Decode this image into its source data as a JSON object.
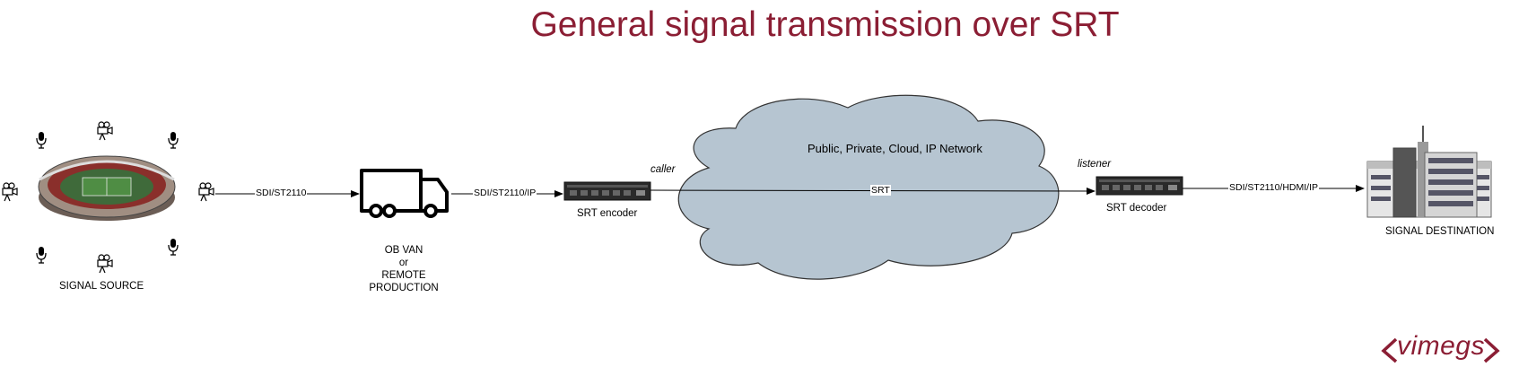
{
  "title": "General signal transmission over SRT",
  "nodes": {
    "signal_source": "SIGNAL SOURCE",
    "ob_van": [
      "OB VAN",
      "or",
      "REMOTE",
      "PRODUCTION"
    ],
    "srt_encoder": "SRT encoder",
    "srt_decoder": "SRT decoder",
    "signal_destination": "SIGNAL DESTINATION",
    "network": "Public, Private, Cloud, IP Network"
  },
  "roles": {
    "caller": "caller",
    "listener": "listener"
  },
  "links": {
    "source_to_van": "SDI/ST2110",
    "van_to_encoder": "SDI/ST2110/IP",
    "encoder_to_decoder": "SRT",
    "decoder_to_destination": "SDI/ST2110/HDMI/IP"
  },
  "logo": "vimegs",
  "colors": {
    "title": "#8b1e34",
    "cloud_fill": "#b6c5d1",
    "cloud_stroke": "#333333"
  }
}
